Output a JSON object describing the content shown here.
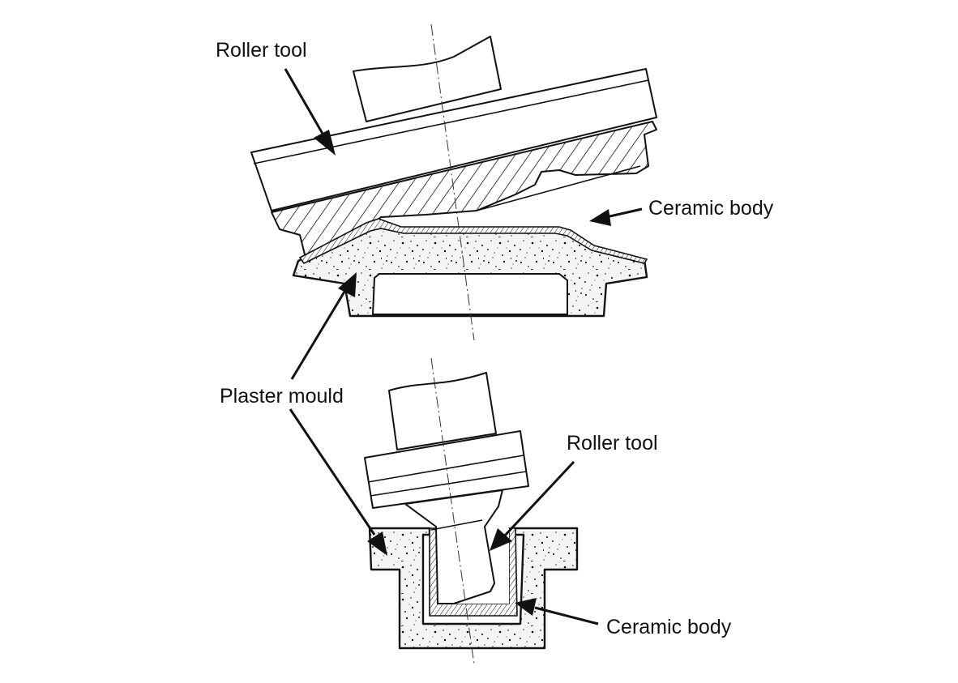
{
  "figure": {
    "labels": {
      "roller_tool_top": "Roller tool",
      "ceramic_body_top": "Ceramic body",
      "plaster_mould": "Plaster mould",
      "roller_tool_bottom": "Roller tool",
      "ceramic_body_bottom": "Ceramic body"
    },
    "colors": {
      "ink": "#111111",
      "background": "#ffffff"
    }
  }
}
